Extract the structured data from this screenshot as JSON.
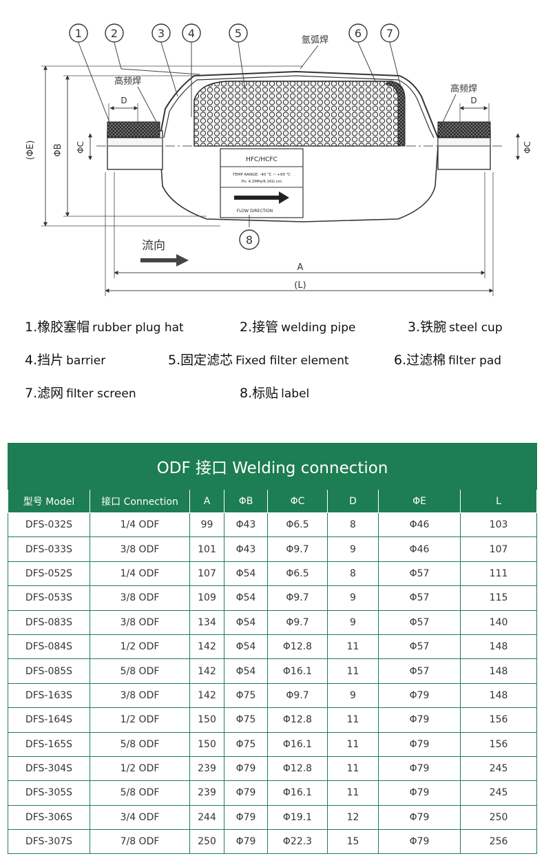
{
  "diagram": {
    "callouts": [
      "1",
      "2",
      "3",
      "4",
      "5",
      "6",
      "7",
      "8"
    ],
    "labels": {
      "argon_weld": "氩弧焊",
      "hf_weld_left": "高频焊",
      "hf_weld_right": "高频焊",
      "dim_e": "(ΦE)",
      "dim_b": "ΦB",
      "dim_c_left": "ΦC",
      "dim_c_right": "ΦC",
      "dim_d_left": "D",
      "dim_d_right": "D",
      "dim_a": "A",
      "dim_l": "(L)",
      "flow": "流向",
      "label_title": "HFC/HCFC",
      "label_line1": "TEMP RANGE: -40 ℃ ~ +65 ℃",
      "label_line2": "Ps: 4.2MPa/6.1KG.cm",
      "label_flow": "FLOW DIRECTION"
    }
  },
  "legend": [
    {
      "zh": "1.橡胶塞帽",
      "en": "rubber plug hat"
    },
    {
      "zh": "2.接管",
      "en": "welding pipe"
    },
    {
      "zh": "3.铁腕",
      "en": "steel cup"
    },
    {
      "zh": "4.挡片",
      "en": "barrier"
    },
    {
      "zh": "5.固定滤芯",
      "en": "Fixed filter element"
    },
    {
      "zh": "6.过滤棉",
      "en": "filter pad"
    },
    {
      "zh": "7.滤网",
      "en": "filter screen"
    },
    {
      "zh": "8.标贴",
      "en": "label"
    }
  ],
  "table": {
    "title": "ODF 接口 Welding connection",
    "headers": [
      "型号 Model",
      "接口 Connection",
      "A",
      "ΦB",
      "ΦC",
      "D",
      "ΦE",
      "L"
    ],
    "rows": [
      [
        "DFS-032S",
        "1/4 ODF",
        "99",
        "Φ43",
        "Φ6.5",
        "8",
        "Φ46",
        "103"
      ],
      [
        "DFS-033S",
        "3/8 ODF",
        "101",
        "Φ43",
        "Φ9.7",
        "9",
        "Φ46",
        "107"
      ],
      [
        "DFS-052S",
        "1/4 ODF",
        "107",
        "Φ54",
        "Φ6.5",
        "8",
        "Φ57",
        "111"
      ],
      [
        "DFS-053S",
        "3/8 ODF",
        "109",
        "Φ54",
        "Φ9.7",
        "9",
        "Φ57",
        "115"
      ],
      [
        "DFS-083S",
        "3/8 ODF",
        "134",
        "Φ54",
        "Φ9.7",
        "9",
        "Φ57",
        "140"
      ],
      [
        "DFS-084S",
        "1/2 ODF",
        "142",
        "Φ54",
        "Φ12.8",
        "11",
        "Φ57",
        "148"
      ],
      [
        "DFS-085S",
        "5/8 ODF",
        "142",
        "Φ54",
        "Φ16.1",
        "11",
        "Φ57",
        "148"
      ],
      [
        "DFS-163S",
        "3/8 ODF",
        "142",
        "Φ75",
        "Φ9.7",
        "9",
        "Φ79",
        "148"
      ],
      [
        "DFS-164S",
        "1/2 ODF",
        "150",
        "Φ75",
        "Φ12.8",
        "11",
        "Φ79",
        "156"
      ],
      [
        "DFS-165S",
        "5/8 ODF",
        "150",
        "Φ75",
        "Φ16.1",
        "11",
        "Φ79",
        "156"
      ],
      [
        "DFS-304S",
        "1/2 ODF",
        "239",
        "Φ79",
        "Φ12.8",
        "11",
        "Φ79",
        "245"
      ],
      [
        "DFS-305S",
        "5/8 ODF",
        "239",
        "Φ79",
        "Φ16.1",
        "11",
        "Φ79",
        "245"
      ],
      [
        "DFS-306S",
        "3/4 ODF",
        "244",
        "Φ79",
        "Φ19.1",
        "12",
        "Φ79",
        "250"
      ],
      [
        "DFS-307S",
        "7/8 ODF",
        "250",
        "Φ79",
        "Φ22.3",
        "15",
        "Φ79",
        "256"
      ]
    ]
  }
}
